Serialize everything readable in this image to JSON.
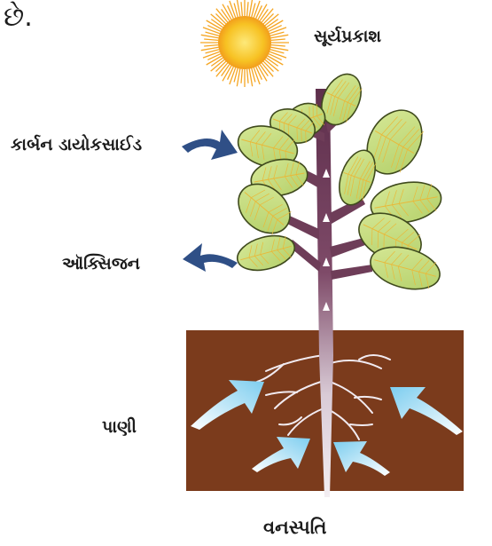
{
  "labels": {
    "top_fragment": "છે.",
    "sunlight": "સૂર્યપ્રકાશ",
    "carbon_dioxide": "કાર્બન ડાયોકસાઈડ",
    "oxygen": "ઑક્સિજન",
    "water": "પાણી",
    "caption": "વનસ્પતિ"
  },
  "colors": {
    "soil": "#7b3b1c",
    "leaf_fill": "#c5dd7f",
    "leaf_vein": "#e9b93a",
    "stem": "#6e3d58",
    "sun_core": "#f7c223",
    "sun_rays": "#f5a623",
    "arrow_blue": "#2f4f86",
    "water_arrow": "#8fd3f0"
  }
}
